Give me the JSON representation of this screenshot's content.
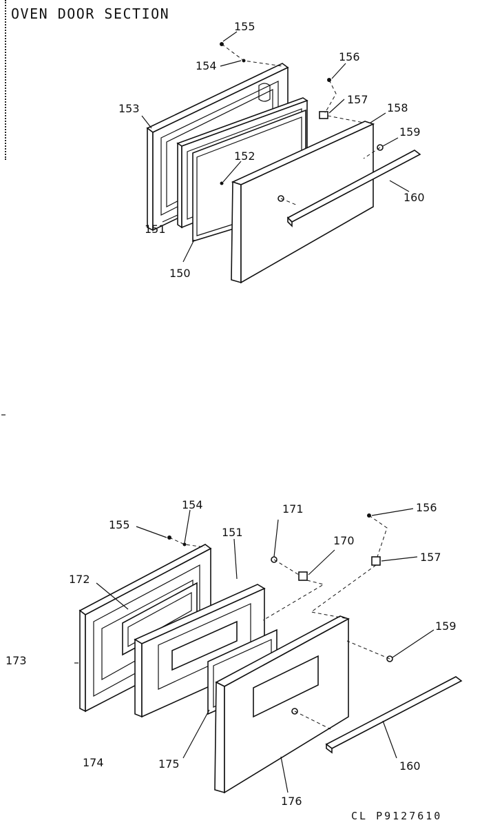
{
  "title": "OVEN DOOR SECTION",
  "code": "CL P9127610",
  "upper_labels": {
    "l150": "150",
    "l151": "151",
    "l152": "152",
    "l153": "153",
    "l154": "154",
    "l155": "155",
    "l156": "156",
    "l157": "157",
    "l158": "158",
    "l159": "159",
    "l160": "160"
  },
  "lower_labels": {
    "l151": "151",
    "l154": "154",
    "l155": "155",
    "l156": "156",
    "l157": "157",
    "l159": "159",
    "l160": "160",
    "l170": "170",
    "l171": "171",
    "l172": "172",
    "l173": "173",
    "l174": "174",
    "l175": "175",
    "l176": "176"
  }
}
